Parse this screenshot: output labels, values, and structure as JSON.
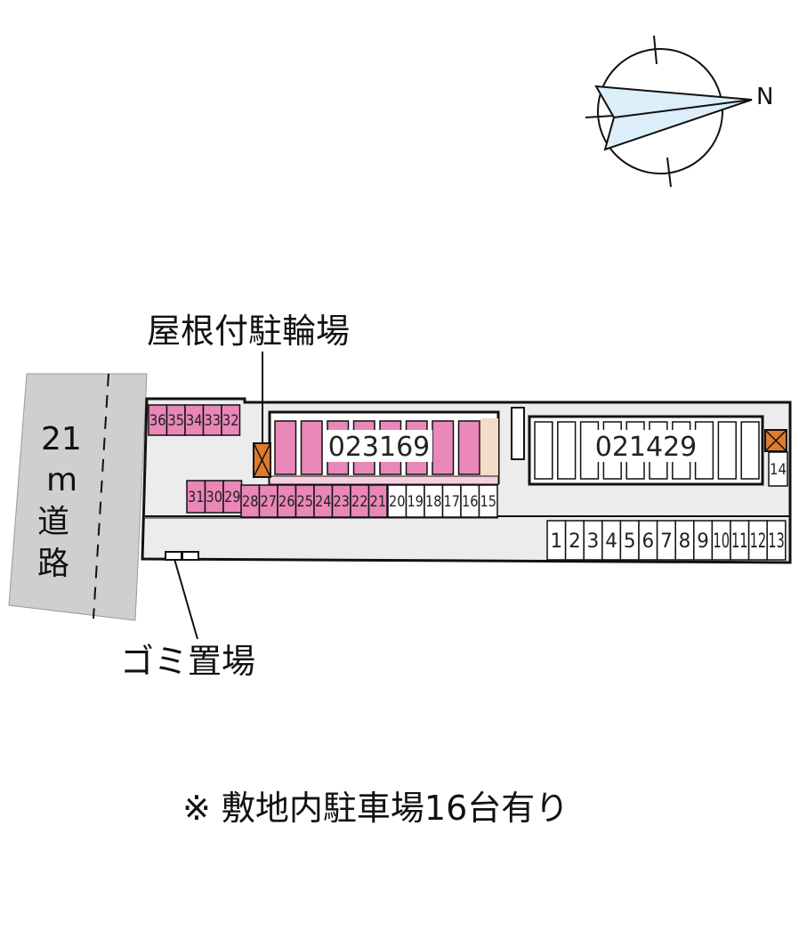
{
  "road": {
    "lines": [
      "21",
      "m",
      "道",
      "路"
    ]
  },
  "labels": {
    "bicycle_parking": "屋根付駐輪場",
    "garbage": "ゴミ置場",
    "north": "N"
  },
  "buildings": [
    {
      "id": "bldg-a",
      "label": "023169"
    },
    {
      "id": "bldg-b",
      "label": "021429"
    }
  ],
  "spaces": {
    "top_left_row": [
      "36",
      "35",
      "34",
      "33",
      "32"
    ],
    "mid_left_row": [
      "31",
      "30",
      "29"
    ],
    "pink_row": [
      "28",
      "27",
      "26",
      "25",
      "24",
      "23",
      "22",
      "21"
    ],
    "white_row": [
      "20",
      "19",
      "18",
      "17",
      "16",
      "15"
    ],
    "side_space": [
      "14"
    ],
    "bottom_row": [
      "1",
      "2",
      "3",
      "4",
      "5",
      "6",
      "7",
      "8",
      "9",
      "10",
      "11",
      "12",
      "13"
    ]
  },
  "note": "※ 敷地内駐車場16台有り",
  "colors": {
    "pink": "#e887b8",
    "light_pink": "#f6cfe1",
    "orange": "#e07a2e",
    "site_fill": "#ececec",
    "road_fill": "#cfcfcf",
    "compass_fill": "#dceefa",
    "peach": "#f4dcc8"
  }
}
